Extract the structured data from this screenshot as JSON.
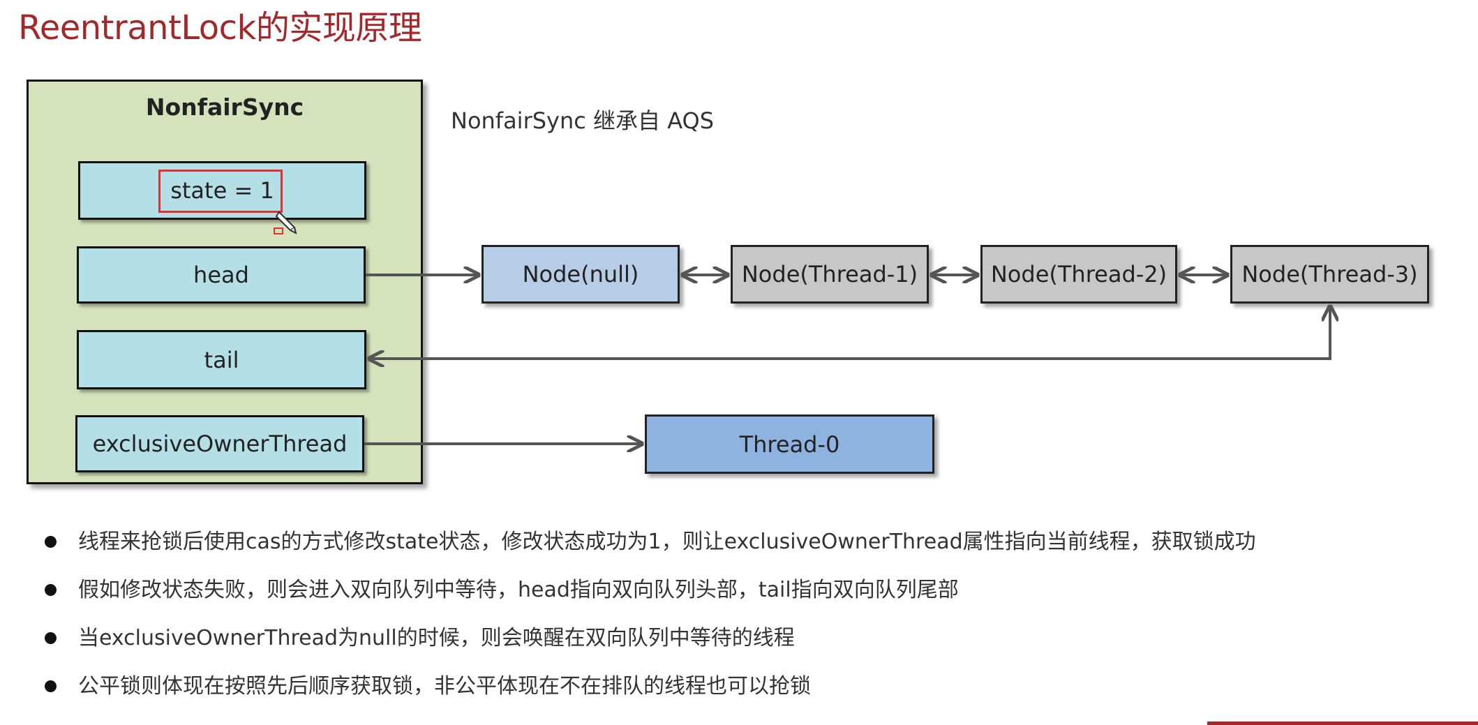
{
  "title": "ReentrantLock的实现原理",
  "container": {
    "title": "NonfairSync",
    "fields": {
      "state": "state = 1",
      "head": "head",
      "tail": "tail",
      "owner": "exclusiveOwnerThread"
    }
  },
  "note": "NonfairSync 继承自 AQS",
  "queue": {
    "nodes": [
      "Node(null)",
      "Node(Thread-1)",
      "Node(Thread-2)",
      "Node(Thread-3)"
    ]
  },
  "owner_thread": "Thread-0",
  "bullets": [
    "线程来抢锁后使用cas的方式修改state状态，修改状态成功为1，则让exclusiveOwnerThread属性指向当前线程，获取锁成功",
    "假如修改状态失败，则会进入双向队列中等待，head指向双向队列头部，tail指向双向队列尾部",
    "当exclusiveOwnerThread为null的时候，则会唤醒在双向队列中等待的线程",
    "公平锁则体现在按照先后顺序获取锁，非公平体现在不在排队的线程也可以抢锁"
  ],
  "colors": {
    "title": "#a3282b",
    "container_bg": "#d6e2bc",
    "field_bg": "#b4dfe7",
    "node_null_bg": "#b7cce6",
    "node_thread_bg": "#c7c7c7",
    "thread0_bg": "#8fb3e0",
    "highlight": "#e03030"
  }
}
